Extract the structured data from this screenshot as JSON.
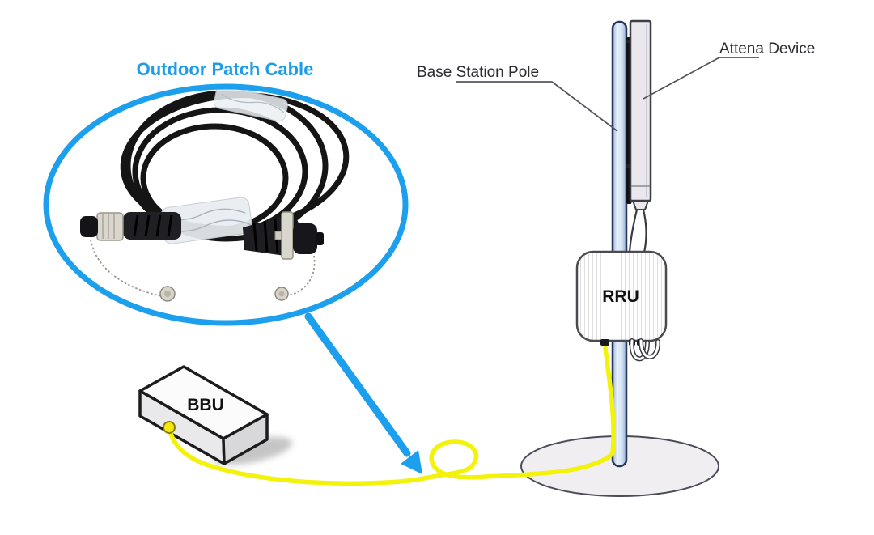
{
  "diagram": {
    "title": "Outdoor Patch Cable",
    "labels": {
      "pole": "Base Station Pole",
      "antenna": "Attena Device",
      "rru": "RRU",
      "bbu": "BBU"
    },
    "colors": {
      "highlight_blue": "#1C9FEC",
      "title_blue": "#1E9CE9",
      "cable_yellow": "#F2F20A",
      "pole_fill": "#CFE0F2",
      "pole_outline": "#26365C",
      "antenna_panel_fill": "#EAE8ED",
      "outline_dark": "#3E3E46",
      "base_plate_fill": "#F1EEF2",
      "label_text": "#2B2B30",
      "cable_photo_black": "#151515"
    }
  }
}
